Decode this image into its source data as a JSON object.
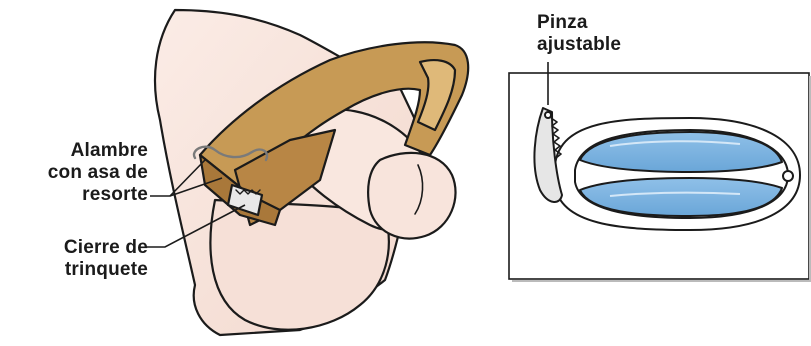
{
  "labels": {
    "wire": [
      "Alambre",
      "con asa de",
      "resorte"
    ],
    "ratchet": [
      "Cierre de",
      "trinquete"
    ],
    "clamp": [
      "Pinza",
      "ajustable"
    ]
  },
  "colors": {
    "skin": "#f8e5dd",
    "skin_shadow": "#eed3c8",
    "clamp_tan": "#c79a55",
    "clamp_tan_dark": "#a9783a",
    "clamp_tan_light": "#dfb979",
    "pad_blue": "#7ab3e0",
    "pad_blue_light": "#b5d6f1",
    "line": "#1b1b1b"
  }
}
